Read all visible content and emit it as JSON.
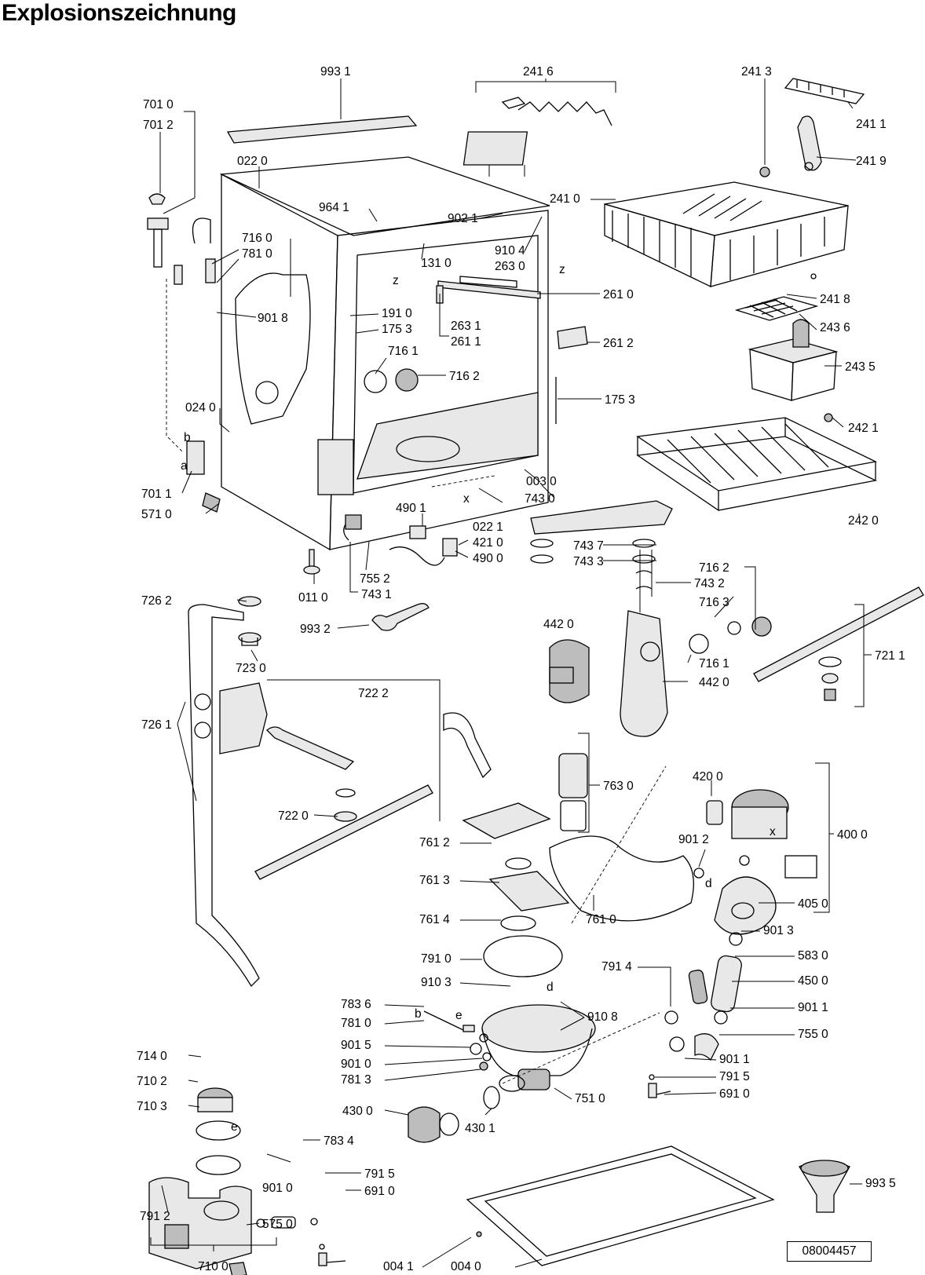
{
  "title": "Explosionszeichnung",
  "reference_number": "08004457",
  "part_labels": {
    "p9931": "993 1",
    "p2416": "241 6",
    "p2413": "241 3",
    "p2411": "241 1",
    "p2419": "241 9",
    "p7010": "701 0",
    "p7012": "701 2",
    "p0220": "022 0",
    "p9641": "964 1",
    "p9021": "902 1",
    "p2410": "241 0",
    "p7160": "716 0",
    "p7810": "781 0",
    "p9104": "910 4",
    "p1310": "131 0",
    "p2630": "263 0",
    "p9018": "901 8",
    "p2610": "261 0",
    "p2418": "241 8",
    "p1910": "191 0",
    "p1753a": "175 3",
    "p2631": "263 1",
    "p2611": "261 1",
    "p2436": "243 6",
    "p2612": "261 2",
    "p7161": "716 1",
    "p2435": "243 5",
    "p7162": "716 2",
    "p1753b": "175 3",
    "p0240": "024 0",
    "p2421": "242 1",
    "p0030": "003 0",
    "p7011": "701 1",
    "p7430": "743 0",
    "p4901": "490 1",
    "p0221": "022 1",
    "p5710": "571 0",
    "p4210": "421 0",
    "p7437": "743 7",
    "p2420": "242 0",
    "p4900": "490 0",
    "p7433": "743 3",
    "p7162b": "716 2",
    "p7552": "755 2",
    "p7432": "743 2",
    "p0110": "011 0",
    "p7431": "743 1",
    "p7163": "716 3",
    "p7262": "726 2",
    "p4420a": "442 0",
    "p9932": "993 2",
    "p7211": "721 1",
    "p7161b": "716 1",
    "p7230": "723 0",
    "p4420b": "442 0",
    "p7222": "722 2",
    "p7261": "726 1",
    "p7630": "763 0",
    "p4200": "420 0",
    "p7220": "722 0",
    "p4000": "400 0",
    "p9012": "901 2",
    "p7612": "761 2",
    "p7613": "761 3",
    "p4050": "405 0",
    "p7614": "761 4",
    "p7610": "761 0",
    "p9013": "901 3",
    "p7910": "791 0",
    "p7914": "791 4",
    "p5830": "583 0",
    "p9103": "910 3",
    "p4500": "450 0",
    "p7836": "783 6",
    "p9108": "910 8",
    "p7810b": "781 0",
    "p9011a": "901 1",
    "p9015": "901 5",
    "p7550": "755 0",
    "p7140": "714 0",
    "p9010": "901 0",
    "p9011b": "901 1",
    "p7813": "781 3",
    "p7102": "710 2",
    "p7915a": "791 5",
    "p7510": "751 0",
    "p6910a": "691 0",
    "p7103": "710 3",
    "p4300": "430 0",
    "p4301": "430 1",
    "p7834": "783 4",
    "p9935": "993 5",
    "p9010b": "901 0",
    "p7915b": "791 5",
    "p6910b": "691 0",
    "p7912": "791 2",
    "p5750": "575 0",
    "p7100": "710 0",
    "p0041": "004 1",
    "p0040": "004 0"
  },
  "callout_letters": {
    "z1": "z",
    "z2": "z",
    "b1": "b",
    "a1": "a",
    "x1": "x",
    "x2": "x",
    "d1": "d",
    "d2": "d",
    "b2": "b",
    "e1": "e",
    "e2": "e"
  }
}
